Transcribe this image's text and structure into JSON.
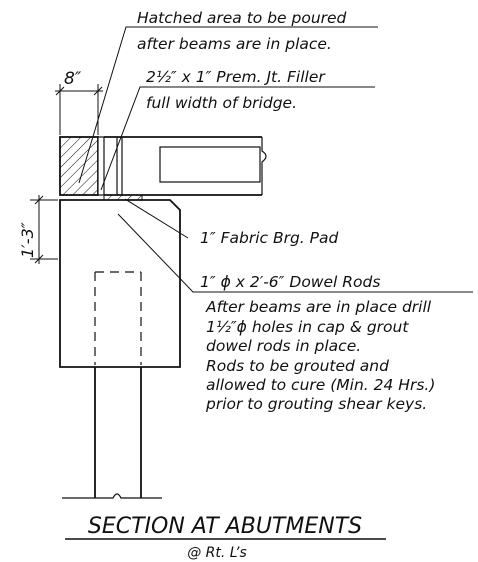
{
  "notes": {
    "hatched_area": [
      "Hatched area to be poured",
      "after beams are in place."
    ],
    "joint_filler": [
      "2½″ x 1″ Prem. Jt. Filler",
      "full width of bridge."
    ],
    "bearing_pad": "1″ Fabric Brg. Pad",
    "dowel_rods": "1″ ϕ x 2′-6″ Dowel Rods",
    "dowel_instructions": [
      "After beams are in place drill",
      "1½″ϕ holes in cap & grout",
      "dowel rods in place.",
      "Rods to be grouted and",
      "allowed to cure (Min. 24 Hrs.)",
      "prior to grouting shear keys."
    ]
  },
  "dimensions": {
    "top_width": "8″",
    "cap_height": "1′-3″"
  },
  "title": {
    "main": "SECTION AT ABUTMENTS",
    "sub": "@ Rt. L’s"
  }
}
